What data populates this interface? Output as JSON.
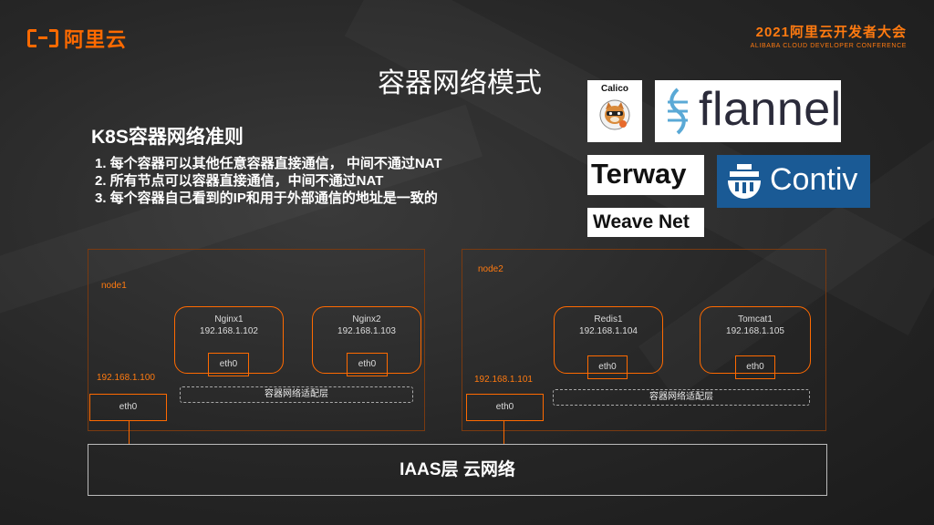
{
  "header": {
    "brand": "阿里云",
    "conference_title": "2021阿里云开发者大会",
    "conference_subtitle": "ALIBABA CLOUD DEVELOPER CONFERENCE"
  },
  "slide": {
    "title": "容器网络模式",
    "rules_title": "K8S容器网络准则",
    "rules": [
      "1. 每个容器可以其他任意容器直接通信， 中间不通过NAT",
      "2. 所有节点可以容器直接通信，中间不通过NAT",
      "3. 每个容器自己看到的IP和用于外部通信的地址是一致的"
    ]
  },
  "logos": {
    "calico": "Calico",
    "flannel": "flannel",
    "terway": "Terway",
    "contiv": "Contiv",
    "weave": "Weave Net"
  },
  "diagram": {
    "node1": {
      "label": "node1",
      "ip": "192.168.1.100",
      "eth": "eth0",
      "adapter": "容器网络适配层",
      "pods": [
        {
          "name": "Nginx1",
          "ip": "192.168.1.102",
          "eth": "eth0"
        },
        {
          "name": "Nginx2",
          "ip": "192.168.1.103",
          "eth": "eth0"
        }
      ]
    },
    "node2": {
      "label": "node2",
      "ip": "192.168.1.101",
      "eth": "eth0",
      "adapter": "容器网络适配层",
      "pods": [
        {
          "name": "Redis1",
          "ip": "192.168.1.104",
          "eth": "eth0"
        },
        {
          "name": "Tomcat1",
          "ip": "192.168.1.105",
          "eth": "eth0"
        }
      ]
    },
    "iaas": "IAAS层  云网络"
  },
  "colors": {
    "accent": "#ff6a00",
    "background": "#262626",
    "contiv_bg": "#1a5a95"
  }
}
